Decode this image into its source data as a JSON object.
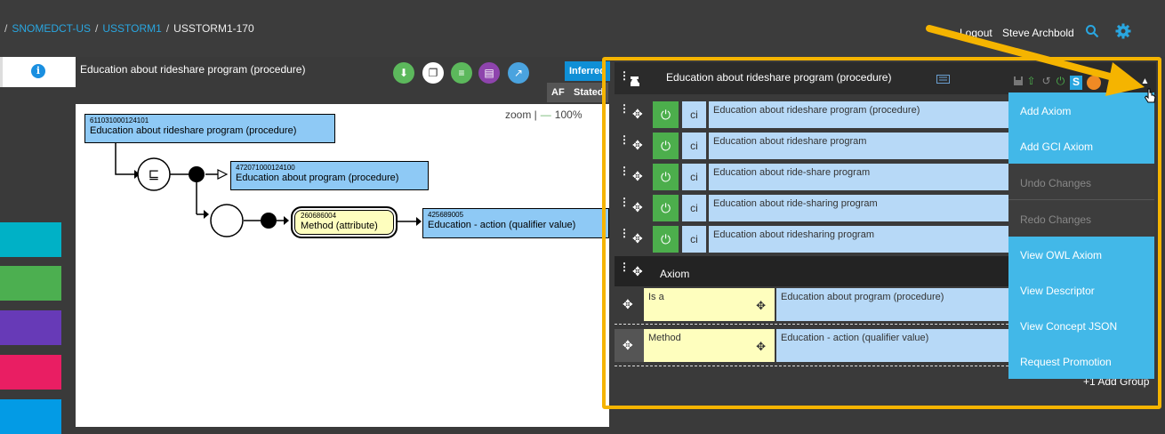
{
  "breadcrumb": {
    "lead_sep": "/",
    "items": [
      {
        "label": "SNOMEDCT-US"
      },
      {
        "label": "USSTORM1"
      },
      {
        "label": "USSTORM1-170"
      }
    ]
  },
  "header": {
    "logout": "Logout",
    "user": "Steve Archbold",
    "icons": [
      "search-icon",
      "gear-icon"
    ]
  },
  "sidebar": {
    "info_icon": "i",
    "tile_colors": [
      "#00b1c6",
      "#4caf50",
      "#673ab7",
      "#e91e63",
      "#039be5"
    ]
  },
  "canvas": {
    "title": "Education about rideshare program (procedure)",
    "action_buttons": [
      "download-icon",
      "copy-icon",
      "add-list-icon",
      "notes-icon",
      "open-external-icon"
    ],
    "inferred_tab": "Inferred",
    "af_tab": "AF",
    "stated_tab": "Stated",
    "zoom_label": "zoom |",
    "zoom_minus": "—",
    "zoom_value": "100%",
    "diagram": {
      "focus": {
        "id": "611031000124101",
        "label": "Education about rideshare program (procedure)"
      },
      "parent": {
        "id": "472071000124100",
        "label": "Education about program (procedure)"
      },
      "attribute": {
        "id": "260686004",
        "label": "Method (attribute)"
      },
      "value": {
        "id": "425689005",
        "label": "Education - action (qualifier value)"
      },
      "defn_symbol": "⊑"
    }
  },
  "panel": {
    "title": "Education about rideshare program (procedure)",
    "descriptions": [
      {
        "case": "ci",
        "text": "Education about rideshare program (procedure)"
      },
      {
        "case": "ci",
        "text": "Education about rideshare program"
      },
      {
        "case": "ci",
        "text": "Education about ride-share program"
      },
      {
        "case": "ci",
        "text": "Education about ride-sharing program"
      },
      {
        "case": "ci",
        "text": "Education about ridesharing program"
      }
    ],
    "axiom_label": "Axiom",
    "relationships": [
      {
        "type": "Is a",
        "target": "Education about program (procedure)"
      },
      {
        "type": "Method",
        "target": "Education - action (qualifier value)"
      }
    ],
    "add_group": "+1 Add Group",
    "colors": {
      "power": "#4cae4c",
      "desc": "#b7d9f7",
      "attr": "#fefebe",
      "highlight": "#f5b400"
    }
  },
  "menu": {
    "items": [
      {
        "label": "Add Axiom",
        "enabled": true
      },
      {
        "label": "Add GCI Axiom",
        "enabled": true
      },
      {
        "label": "Undo Changes",
        "enabled": false
      },
      {
        "label": "Redo Changes",
        "enabled": false
      },
      {
        "label": "View OWL Axiom",
        "enabled": true
      },
      {
        "label": "View Descriptor",
        "enabled": true
      },
      {
        "label": "View Concept JSON",
        "enabled": true
      },
      {
        "label": "Request Promotion",
        "enabled": true
      }
    ]
  }
}
